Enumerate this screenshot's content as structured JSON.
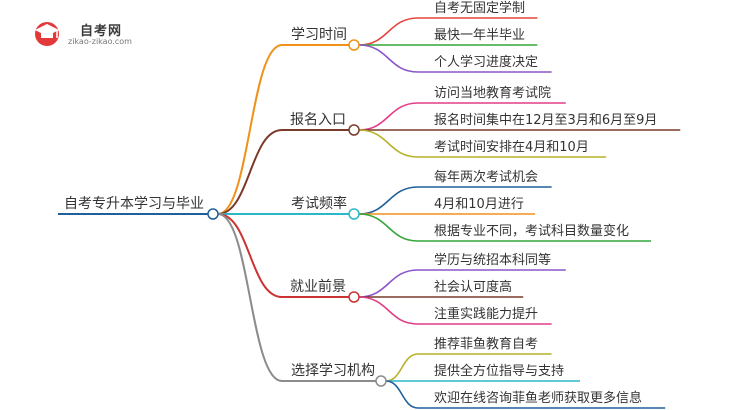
{
  "logo": {
    "title": "自考网",
    "url": "zikao-zikao.com",
    "icon": "graduation-cap-icon"
  },
  "root": {
    "label": "自考专升本学习与毕业",
    "color": "#1f5f9a"
  },
  "branches": [
    {
      "label": "学习时间",
      "color": "#f0921a",
      "children": [
        {
          "label": "自考无固定学制",
          "color": "#e6463f"
        },
        {
          "label": "最快一年半毕业",
          "color": "#35a63b"
        },
        {
          "label": "个人学习进度决定",
          "color": "#8b55c8"
        }
      ]
    },
    {
      "label": "报名入口",
      "color": "#7a3a2a",
      "children": [
        {
          "label": "访问当地教育考试院",
          "color": "#e23e87"
        },
        {
          "label": "报名时间集中在12月至3月和6月至9月",
          "color": "#7a3a2a"
        },
        {
          "label": "考试时间安排在4月和10月",
          "color": "#b8b12a"
        }
      ]
    },
    {
      "label": "考试频率",
      "color": "#2ab8c8",
      "children": [
        {
          "label": "每年两次考试机会",
          "color": "#1f5f9a"
        },
        {
          "label": "4月和10月进行",
          "color": "#f0921a"
        },
        {
          "label": "根据专业不同，考试科目数量变化",
          "color": "#35a63b"
        }
      ]
    },
    {
      "label": "就业前景",
      "color": "#cc3333",
      "children": [
        {
          "label": "学历与统招本科同等",
          "color": "#8b55c8"
        },
        {
          "label": "社会认可度高",
          "color": "#7a3a2a"
        },
        {
          "label": "注重实践能力提升",
          "color": "#e23e87"
        }
      ]
    },
    {
      "label": "选择学习机构",
      "color": "#8c8c8c",
      "children": [
        {
          "label": "推荐菲鱼教育自考",
          "color": "#b8b12a"
        },
        {
          "label": "提供全方位指导与支持",
          "color": "#2ab8c8"
        },
        {
          "label": "欢迎在线咨询菲鱼老师获取更多信息",
          "color": "#1f5f9a"
        }
      ]
    }
  ]
}
